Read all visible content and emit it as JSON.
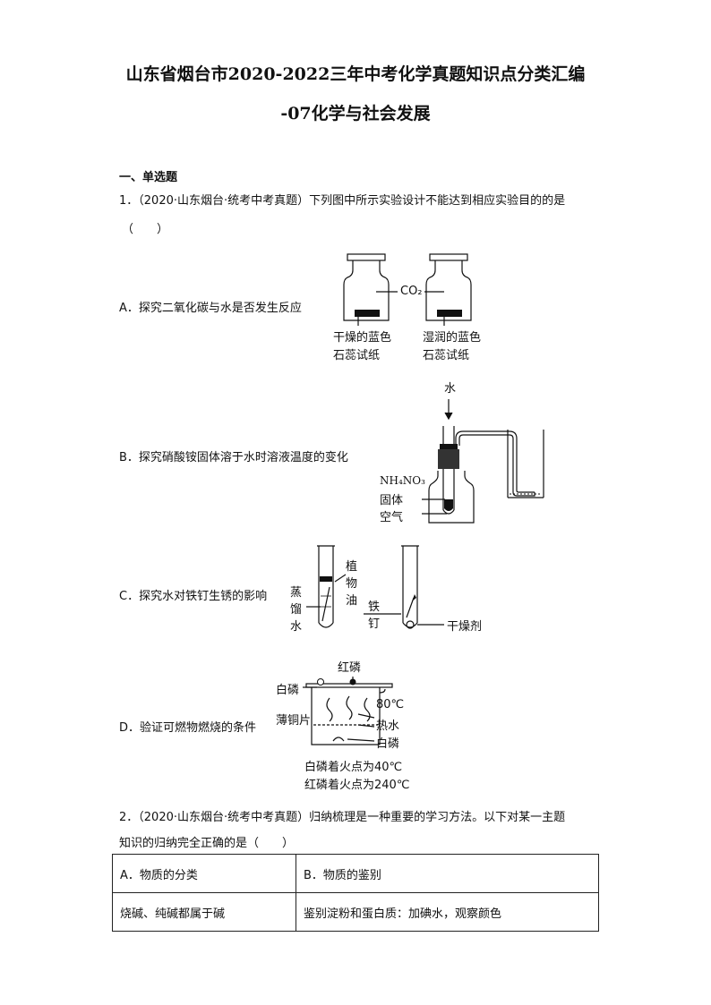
{
  "doc": {
    "title_line1": "山东省烟台市2020-2022三年中考化学真题知识点分类汇编",
    "title_line2": "-07化学与社会发展"
  },
  "section": {
    "heading": "一、单选题"
  },
  "q1": {
    "stem_line1": "1．（2020·山东烟台·统考中考真题）下列图中所示实验设计不能达到相应实验目的的是",
    "stem_line2": "（　　）",
    "options": {
      "A": "A．探究二氧化碳与水是否发生反应",
      "B": "B．探究硝酸铵固体溶于水时溶液温度的变化",
      "C": "C．探究水对铁钉生锈的影响",
      "D": "D．验证可燃物燃烧的条件"
    },
    "figA": {
      "gas": "CO₂",
      "left_line1": "干燥的蓝色",
      "left_line2": "石蕊试纸",
      "right_line1": "湿润的蓝色",
      "right_line2": "石蕊试纸"
    },
    "figB": {
      "water": "水",
      "nh4no3": "NH₄NO₃",
      "solid": "固体",
      "air": "空气"
    },
    "figC": {
      "water_col": [
        "蒸",
        "馏",
        "水"
      ],
      "oil_col": [
        "植",
        "物",
        "油"
      ],
      "nail_col": [
        "铁",
        "钉"
      ],
      "desiccant": "干燥剂"
    },
    "figD": {
      "red_p": "红磷",
      "white_p": "白磷",
      "copper": "薄铜片",
      "temp": "80℃",
      "hot_water": "热水",
      "white_p2": "白磷",
      "note1": "白磷着火点为40℃",
      "note2": "红磷着火点为240℃"
    }
  },
  "q2": {
    "stem_line1": "2．（2020·山东烟台·统考中考真题）归纳梳理是一种重要的学习方法。以下对某一主题",
    "stem_line2": "知识的归纳完全正确的是（　　）",
    "table": {
      "r1c1": "A．物质的分类",
      "r1c2": "B．物质的鉴别",
      "r2c1": "烧碱、纯碱都属于碱",
      "r2c2": "鉴别淀粉和蛋白质：加碘水，观察颜色"
    }
  }
}
